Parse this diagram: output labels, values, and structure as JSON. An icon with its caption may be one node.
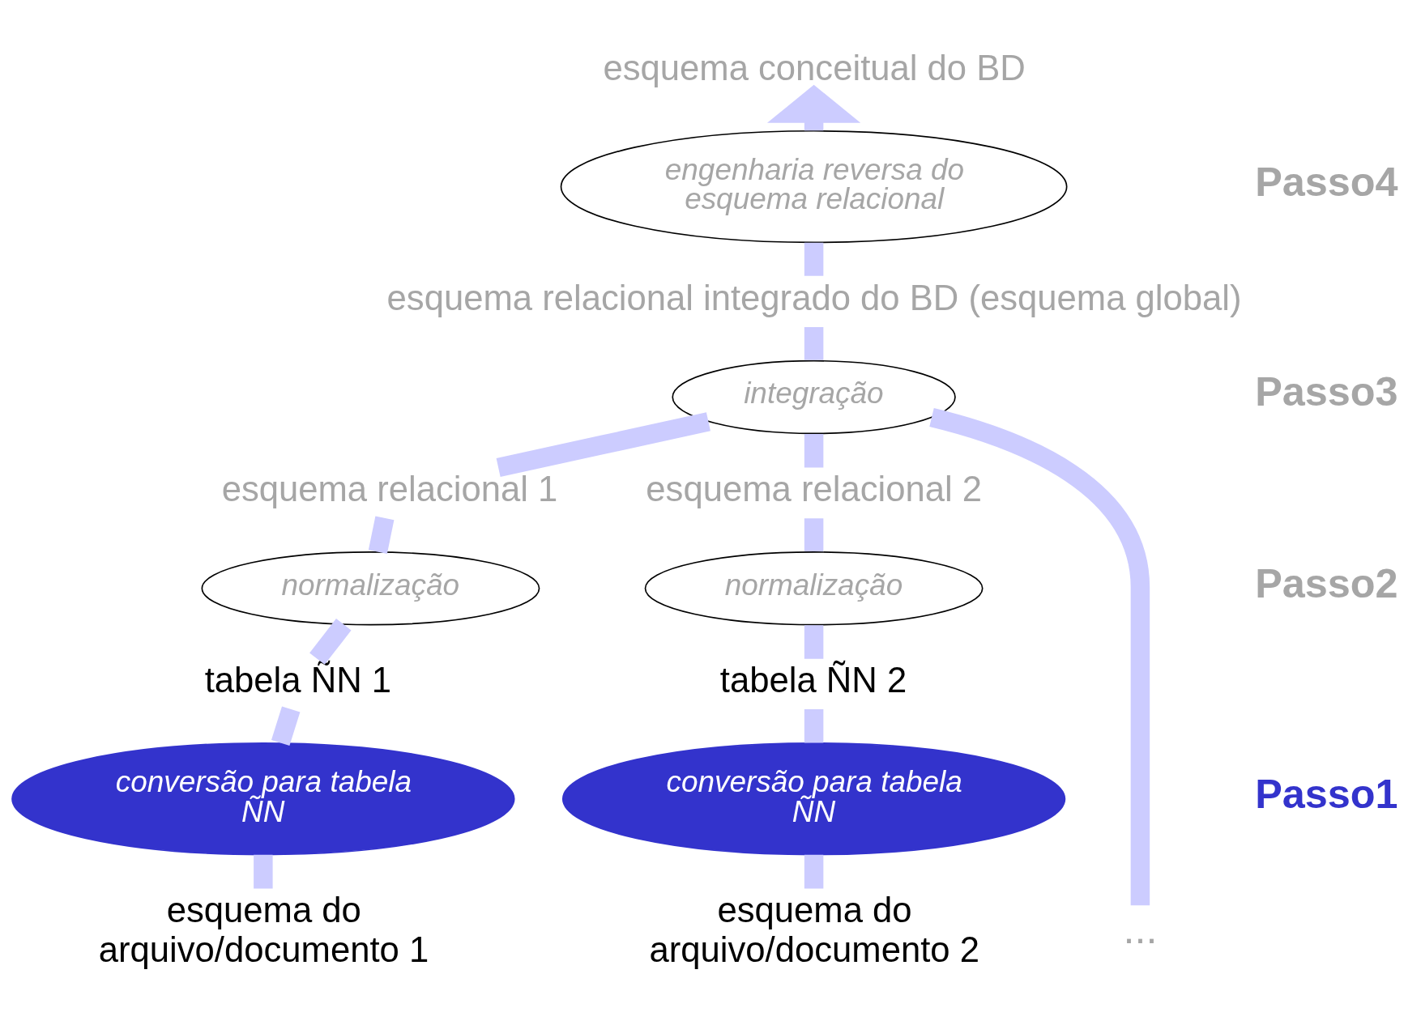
{
  "diagram": {
    "nodes": [
      {
        "text": [
          "esquema conceitual do BD"
        ]
      },
      {
        "text": [
          "engenharia reversa do esquema relacional"
        ]
      },
      {
        "text": [
          "esquema relacional integrado do BD (esquema global)"
        ]
      },
      {
        "text": [
          "integração"
        ]
      },
      {
        "text": [
          "esquema relacional 1"
        ]
      },
      {
        "text": [
          "esquema relacional 2"
        ]
      },
      {
        "text": [
          "normalização"
        ]
      },
      {
        "text": [
          "normalização"
        ]
      },
      {
        "text": [
          "tabela ÑN 1"
        ]
      },
      {
        "text": [
          "tabela ÑN 2"
        ]
      },
      {
        "text": [
          "conversão para tabela ÑN"
        ]
      },
      {
        "text": [
          "conversão para tabela ÑN"
        ]
      },
      {
        "text": [
          "esquema do arquivo/documento 1"
        ]
      },
      {
        "text": [
          "esquema do arquivo/documento 2"
        ]
      },
      {
        "text": [
          "..."
        ]
      }
    ],
    "edges": [
      {
        "from": 12,
        "to": 10,
        "arrow": "none"
      },
      {
        "from": 10,
        "to": 8,
        "arrow": "none"
      },
      {
        "from": 8,
        "to": 6,
        "arrow": "none"
      },
      {
        "from": 6,
        "to": 4,
        "arrow": "none"
      },
      {
        "from": 4,
        "to": 3,
        "arrow": "none"
      },
      {
        "from": 13,
        "to": 11,
        "arrow": "none"
      },
      {
        "from": 11,
        "to": 9,
        "arrow": "none"
      },
      {
        "from": 9,
        "to": 7,
        "arrow": "none"
      },
      {
        "from": 7,
        "to": 5,
        "arrow": "none"
      },
      {
        "from": 5,
        "to": 3,
        "arrow": "none"
      },
      {
        "from": 14,
        "to": 3,
        "arrow": "none"
      },
      {
        "from": 3,
        "to": 2,
        "arrow": "none"
      },
      {
        "from": 2,
        "to": 1,
        "arrow": "none"
      },
      {
        "from": 1,
        "to": 0,
        "arrow": "to"
      }
    ],
    "labels": [
      "Passo4",
      "Passo3",
      "Passo2",
      "Passo1"
    ]
  }
}
